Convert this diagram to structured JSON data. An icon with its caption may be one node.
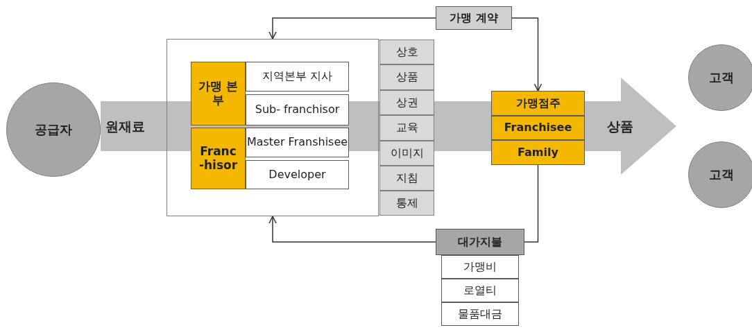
{
  "diagram": {
    "nodes": [
      {
        "text": [
          "공급자"
        ]
      },
      {
        "text": [],
        "shape": "box"
      },
      {
        "text": [
          "가맹 본부"
        ],
        "in": 1
      },
      {
        "text": [
          "지역본부 지사"
        ],
        "in": 1
      },
      {
        "text": [
          "Sub- franchisor"
        ],
        "in": 1
      },
      {
        "text": [
          "Franc -hisor"
        ],
        "in": 1
      },
      {
        "text": [
          "Master Franshisee"
        ],
        "in": 1
      },
      {
        "text": [
          "Developer"
        ],
        "in": 1
      },
      {
        "text": [
          "상호"
        ]
      },
      {
        "text": [
          "상품"
        ]
      },
      {
        "text": [
          "상권"
        ]
      },
      {
        "text": [
          "교육"
        ]
      },
      {
        "text": [
          "이미지"
        ]
      },
      {
        "text": [
          "지침"
        ]
      },
      {
        "text": [
          "통제"
        ]
      },
      {
        "text": [
          "가맹점주"
        ]
      },
      {
        "text": [
          "Franchisee"
        ]
      },
      {
        "text": [
          "Family"
        ]
      },
      {
        "text": [
          "고객"
        ]
      },
      {
        "text": [
          "고객"
        ]
      },
      {
        "text": [
          "가맹 계약"
        ]
      },
      {
        "text": [
          "대가지불"
        ]
      },
      {
        "text": [
          "가맹비"
        ]
      },
      {
        "text": [
          "로열티"
        ]
      },
      {
        "text": [
          "물품대금"
        ]
      }
    ],
    "edges": [
      {
        "from": 0,
        "to": null,
        "arrow": "to",
        "style": "thick",
        "color": "#bfbfbf"
      },
      {
        "from": 20,
        "to": 1,
        "arrow": "to"
      },
      {
        "from": 20,
        "to": 15,
        "arrow": "to"
      },
      {
        "from": 17,
        "to": 21,
        "arrow": "none"
      },
      {
        "from": 21,
        "to": 1,
        "arrow": "to"
      }
    ],
    "labels": [
      "원재료",
      "상품"
    ]
  }
}
